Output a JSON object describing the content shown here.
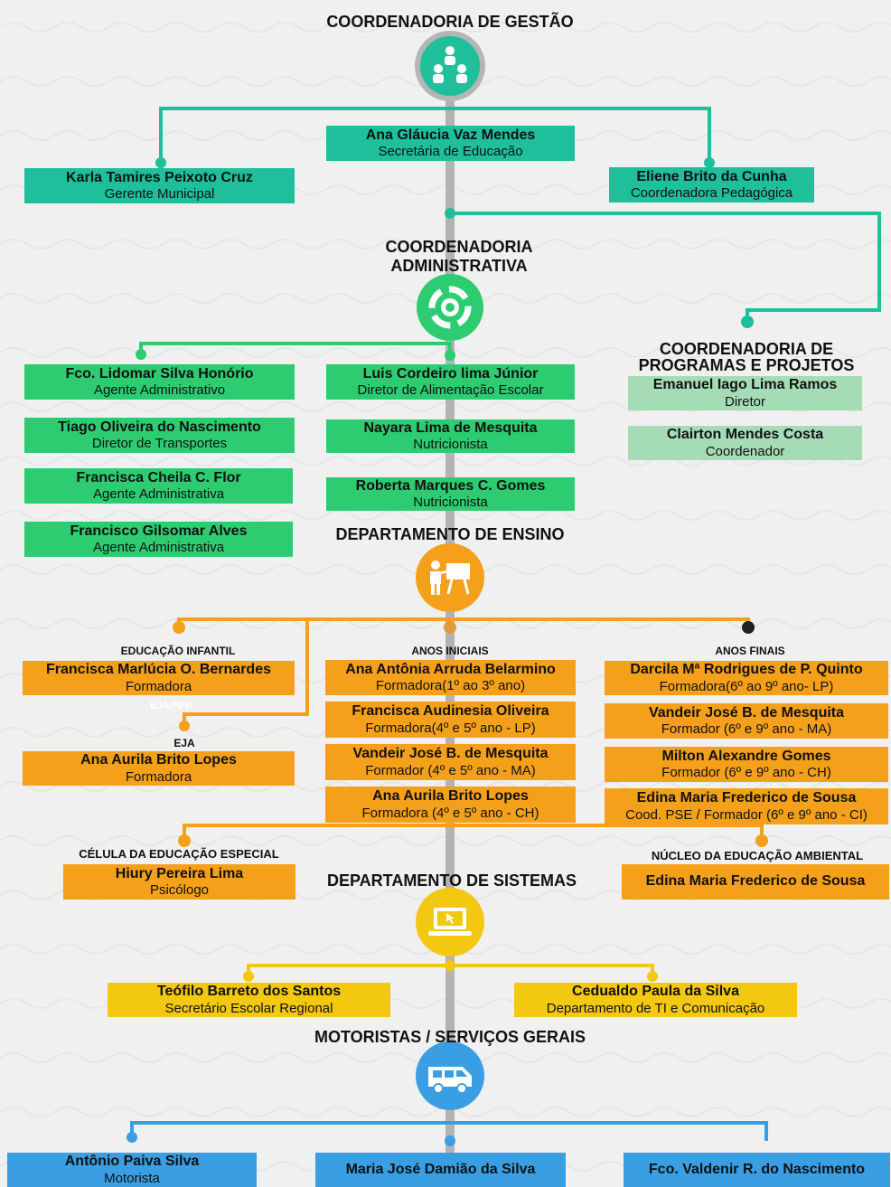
{
  "headers": {
    "gestao": "COORDENADORIA DE GESTÃO",
    "adm_1": "COORDENADORIA",
    "adm_2": "ADMINISTRATIVA",
    "prog_1": "COORDENADORIA DE",
    "prog_2": "PROGRAMAS E PROJETOS",
    "ensino": "DEPARTAMENTO DE ENSINO",
    "sistemas": "DEPARTAMENTO DE SISTEMAS",
    "motoristas": "MOTORISTAS / SERVIÇOS GERAIS"
  },
  "subheaders": {
    "infantil": "EDUCAÇÃO INFANTIL",
    "iniciais": "ANOS INICIAIS",
    "finais": "ANOS FINAIS",
    "eja": "EJA",
    "eja_ghost": "EJA/PPP",
    "especial": "CÉLULA DA EDUCAÇÃO ESPECIAL",
    "ambiental": "NÚCLEO DA EDUCAÇÃO AMBIENTAL"
  },
  "gestao": {
    "ana_glaucia": {
      "name": "Ana Gláucia Vaz Mendes",
      "role": "Secretária de Educação"
    },
    "karla": {
      "name": "Karla Tamires Peixoto Cruz",
      "role": "Gerente Municipal"
    },
    "eliene": {
      "name": "Eliene Brito da Cunha",
      "role": "Coordenadora Pedagógica"
    }
  },
  "administrativa": {
    "lidomar": {
      "name": "Fco. Lidomar Silva Honório",
      "role": "Agente Administrativo"
    },
    "tiago": {
      "name": "Tiago Oliveira do Nascimento",
      "role": "Diretor de Transportes"
    },
    "cheila": {
      "name": "Francisca Cheila C. Flor",
      "role": "Agente Administrativa"
    },
    "gilsomar": {
      "name": "Francisco Gilsomar Alves",
      "role": "Agente Administrativa"
    },
    "luis": {
      "name": "Luis Cordeiro lima Júnior",
      "role": "Diretor  de Alimentação Escolar"
    },
    "nayara": {
      "name": "Nayara Lima de Mesquita",
      "role": "Nutricionista"
    },
    "roberta": {
      "name": "Roberta Marques C. Gomes",
      "role": "Nutricionista"
    }
  },
  "programas": {
    "emanuel": {
      "name": "Emanuel Iago Lima Ramos",
      "role": "Diretor"
    },
    "clairton": {
      "name": "Clairton Mendes Costa",
      "role": "Coordenador"
    }
  },
  "ensino": {
    "marlucia": {
      "name": "Francisca Marlúcia O. Bernardes",
      "role": "Formadora"
    },
    "aurila_eja": {
      "name": "Ana Aurila Brito Lopes",
      "role": "Formadora"
    },
    "antonia": {
      "name": "Ana Antônia Arruda Belarmino",
      "role": "Formadora(1º ao 3º ano)"
    },
    "audinesia": {
      "name": "Francisca Audinesia Oliveira",
      "role": "Formadora(4º e 5º ano -  LP)"
    },
    "vandeir_ini": {
      "name": "Vandeir José B. de Mesquita",
      "role": "Formador (4º e 5º ano -  MA)"
    },
    "aurila_ini": {
      "name": "Ana Aurila Brito Lopes",
      "role": "Formadora (4º e 5º ano -  CH)"
    },
    "darcila": {
      "name": "Darcila Mª Rodrigues de P. Quinto",
      "role": "Formadora(6º ao 9º ano- LP)"
    },
    "vandeir_fin": {
      "name": "Vandeir José B. de Mesquita",
      "role": "Formador (6º e 9º ano -  MA)"
    },
    "milton": {
      "name": "Milton Alexandre Gomes",
      "role": "Formador (6º e 9º ano -  CH)"
    },
    "edina_fin": {
      "name": "Edina Maria Frederico de Sousa",
      "role": "Cood. PSE / Formador (6º e 9º ano -  CI)"
    },
    "hiury": {
      "name": "Hiury Pereira Lima",
      "role": "Psicólogo"
    },
    "edina_amb": {
      "name": "Edina Maria Frederico de Sousa"
    }
  },
  "sistemas": {
    "teofilo": {
      "name": "Teófilo Barreto dos Santos",
      "role": "Secretário Escolar Regional"
    },
    "cedualdo": {
      "name": "Cedualdo Paula da Silva",
      "role": "Departamento de TI e Comunicação"
    }
  },
  "motoristas": {
    "antonio": {
      "name": "Antônio Paiva Silva",
      "role": "Motorista"
    },
    "maria": {
      "name": "Maria José Damião da Silva"
    },
    "valdenir": {
      "name": "Fco. Valdenir R. do Nascimento"
    }
  },
  "colors": {
    "gestao": "#1fbf9b",
    "administrativa": "#2ecc71",
    "programas": "#a6dcb5",
    "ensino": "#f5a01a",
    "sistemas": "#f2c811",
    "motoristas": "#3a9ee3",
    "trunk": "#b3b3b3"
  },
  "icons": {
    "gestao": "meeting-people-icon",
    "administrativa": "recycle-arrows-icon",
    "ensino": "teacher-board-icon",
    "sistemas": "laptop-cursor-icon",
    "motoristas": "van-icon"
  }
}
